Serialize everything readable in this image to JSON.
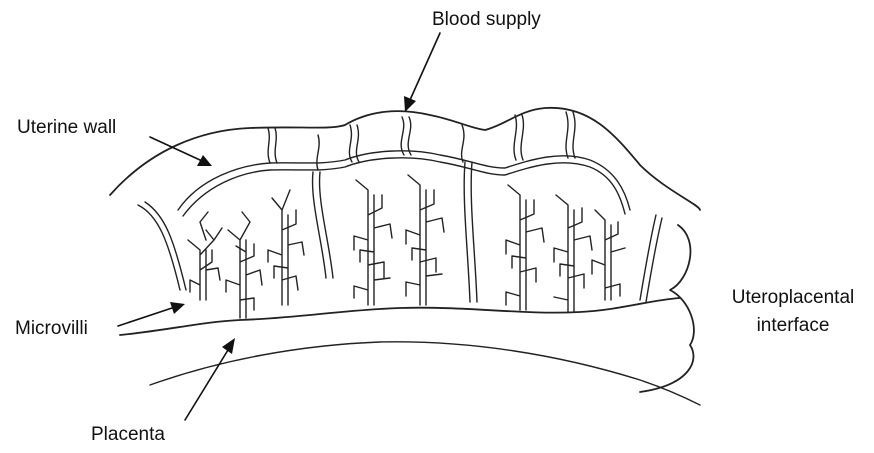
{
  "labels": {
    "blood_supply": "Blood supply",
    "uterine_wall": "Uterine wall",
    "microvilli": "Microvilli",
    "placenta": "Placenta",
    "interface_line1": "Uteroplacental",
    "interface_line2": "interface"
  }
}
